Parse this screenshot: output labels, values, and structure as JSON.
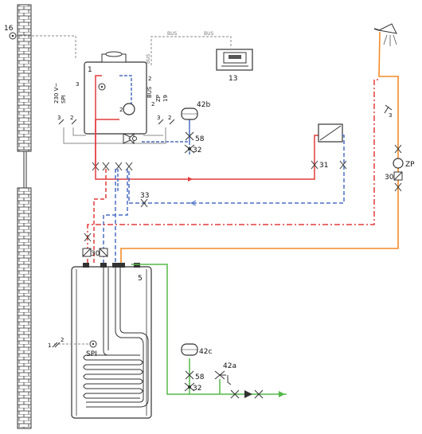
{
  "labels": {
    "l16": "16",
    "l3_top": "3",
    "l230v": "230 V~",
    "lspi_side": "SPI",
    "l3_left": "3",
    "l2_left": "2",
    "l1_boiler": "1",
    "l2_pump": "2",
    "l2_boiler_right": "2",
    "lbus_v": "BUS",
    "l2_right": "2",
    "lzp_v": "ZP",
    "l19": "19",
    "l3_right_a": "3",
    "l2_right_b": "2",
    "l42b": "42b",
    "l58a": "58",
    "l32a": "32",
    "lbus1": "BUS",
    "lbus2": "BUS",
    "lbus3": "BUS",
    "l13": "13",
    "l31": "31",
    "l33": "33",
    "l3_far": "3",
    "lzp": "ZP",
    "l30_right": "30",
    "l30_left": "30",
    "l5": "5",
    "l1_tank": "1",
    "l2_tank": "2",
    "lspi": "SPI",
    "l42c": "42c",
    "l42a": "42a",
    "l58b": "58",
    "l32b": "32"
  },
  "colors": {
    "red": "#e23b3b",
    "blue": "#4b6fc4",
    "orange": "#f28c28",
    "green": "#55b84a",
    "gray": "#8a8a8a",
    "brick": "#333333"
  }
}
